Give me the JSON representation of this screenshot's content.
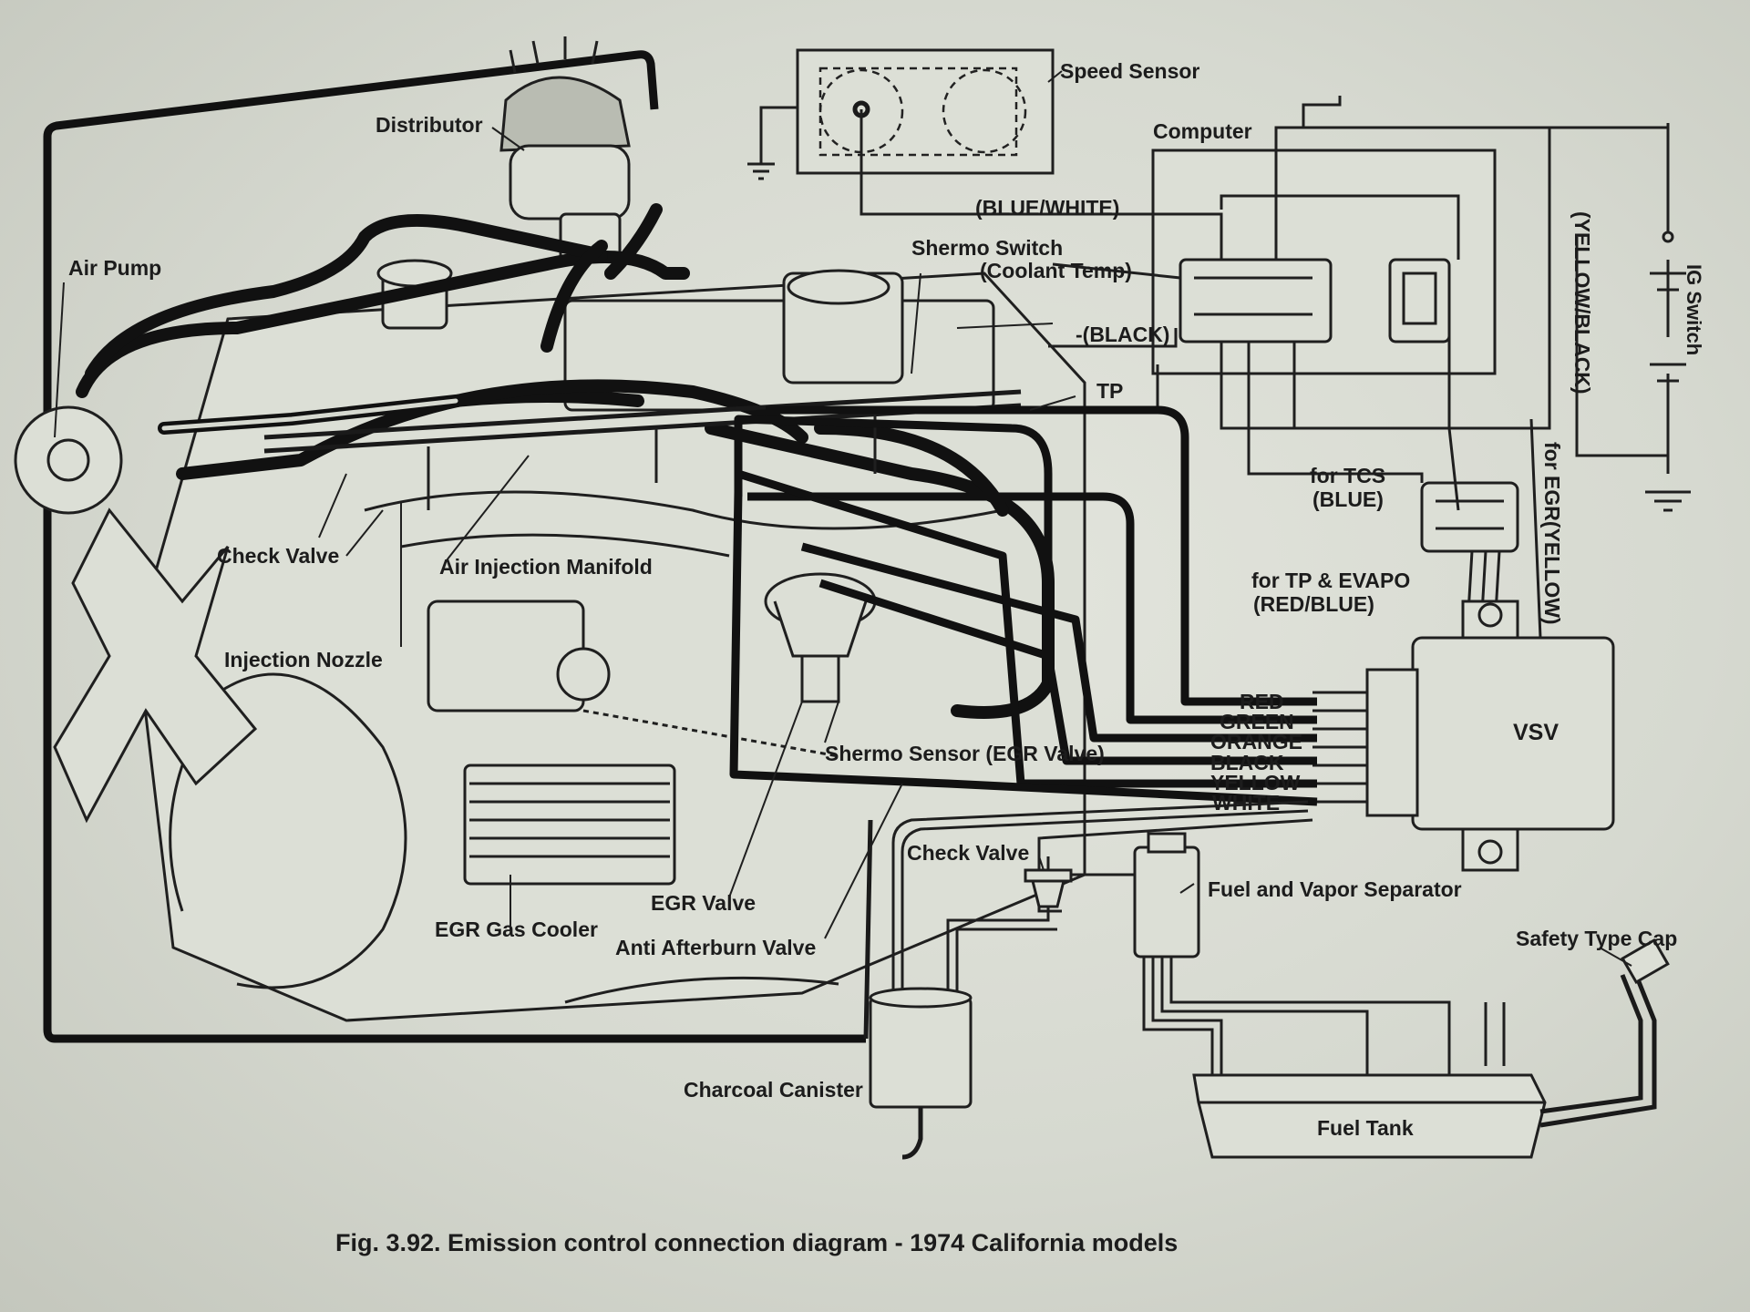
{
  "labels": {
    "speed_sensor": "Speed Sensor",
    "distributor": "Distributor",
    "computer": "Computer",
    "blue_white": "(BLUE/WHITE)",
    "shermo_switch": "Shermo Switch",
    "coolant_temp": "(Coolant Temp)",
    "black_paren": "-(BLACK)",
    "air_pump": "Air Pump",
    "tp": "TP",
    "yellow_black": "(YELLOW/BLACK)",
    "ig_switch": "IG Switch",
    "for_tcs": "for TCS",
    "blue_paren": "(BLUE)",
    "for_egr_yellow": "for EGR(YELLOW)",
    "check_valve_left": "Check Valve",
    "air_injection_manifold": "Air Injection Manifold",
    "for_tp_evapo": "for TP & EVAPO",
    "red_blue": "(RED/BLUE)",
    "injection_nozzle": "Injection Nozzle",
    "vsv": "VSV",
    "shermo_sensor": "Shermo Sensor (EGR Valve)",
    "check_valve_mid": "Check Valve",
    "fuel_vapor_separator": "Fuel and Vapor Separator",
    "egr_valve": "EGR Valve",
    "egr_gas_cooler": "EGR Gas Cooler",
    "anti_afterburn_valve": "Anti Afterburn Valve",
    "safety_type_cap": "Safety Type Cap",
    "charcoal_canister": "Charcoal Canister",
    "fuel_tank": "Fuel Tank"
  },
  "wire_colors": [
    "RED",
    "GREEN",
    "ORANGE",
    "BLACK",
    "YELLOW",
    "WHITE"
  ],
  "caption": "Fig. 3.92. Emission control connection diagram - 1974 California models"
}
